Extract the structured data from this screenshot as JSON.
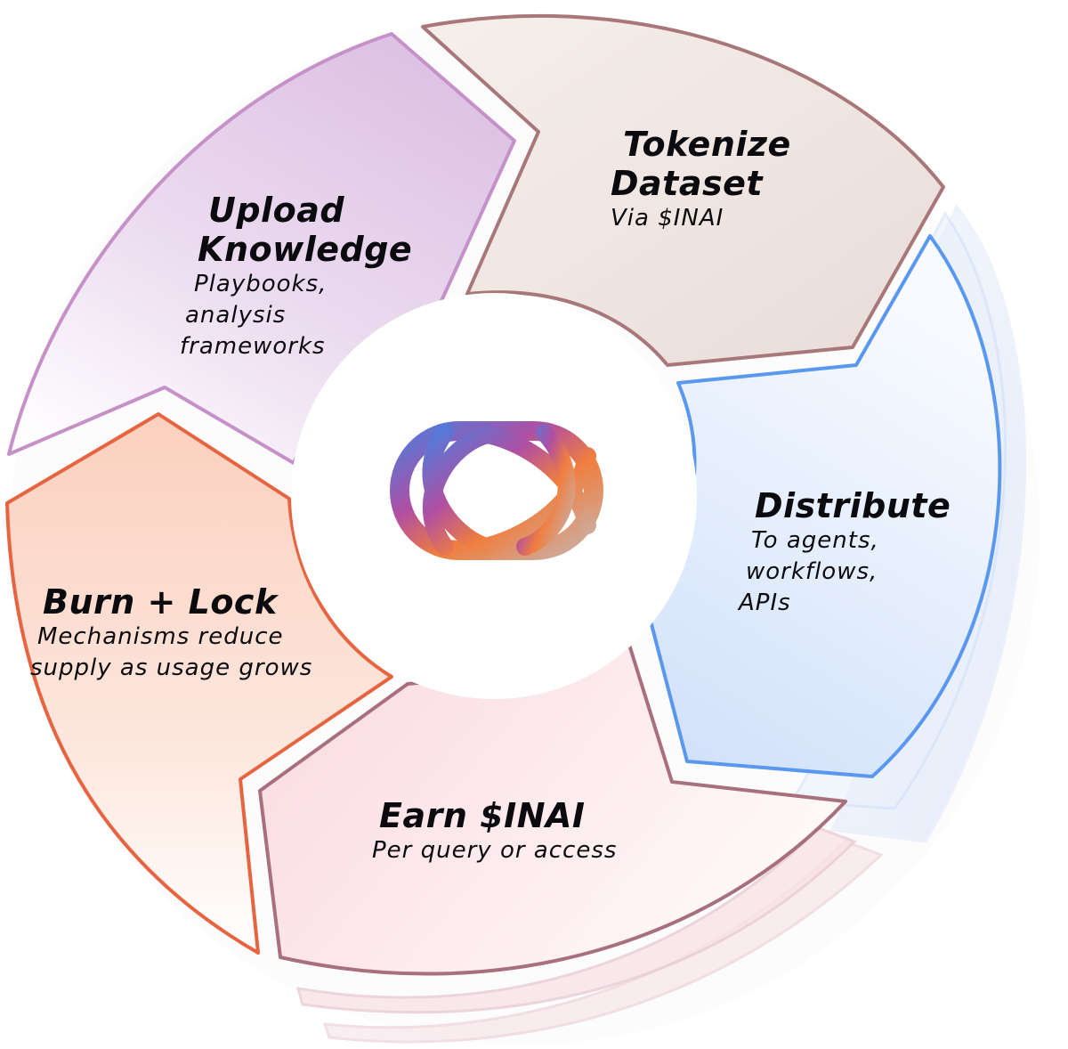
{
  "diagram": {
    "center_icon": "globe-logo-icon",
    "steps": [
      {
        "id": "upload",
        "title_lines": [
          "Upload",
          "Knowledge"
        ],
        "desc_lines": [
          "Playbooks,",
          "analysis",
          "frameworks"
        ],
        "accent": "#c48bc9"
      },
      {
        "id": "tokenize",
        "title_lines": [
          "Tokenize",
          "Dataset"
        ],
        "desc_lines": [
          "Via $INAI"
        ],
        "accent": "#b07a7d"
      },
      {
        "id": "distribute",
        "title_lines": [
          "Distribute"
        ],
        "desc_lines": [
          "To agents,",
          "workflows,",
          "APIs"
        ],
        "accent": "#4f8ff0"
      },
      {
        "id": "earn",
        "title_lines": [
          "Earn $INAI"
        ],
        "desc_lines": [
          "Per query or access"
        ],
        "accent": "#b07a8a"
      },
      {
        "id": "burn",
        "title_lines": [
          "Burn + Lock"
        ],
        "desc_lines": [
          "Mechanisms reduce",
          "supply as usage grows"
        ],
        "accent": "#e46a45"
      }
    ]
  }
}
